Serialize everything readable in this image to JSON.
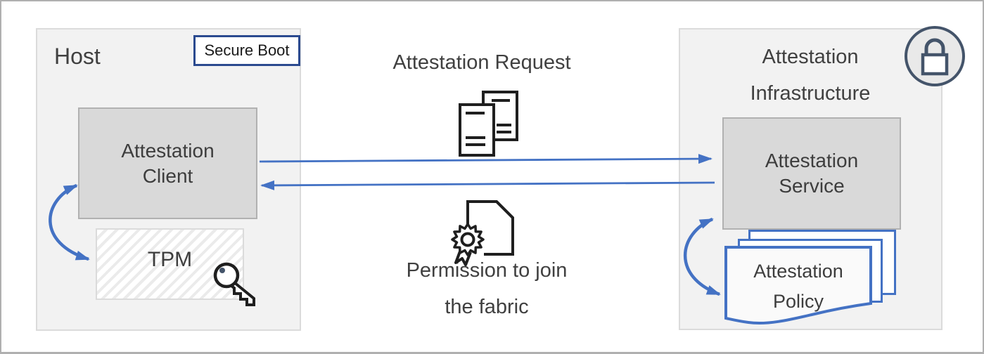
{
  "host": {
    "title": "Host",
    "secure_boot": "Secure Boot",
    "client_line1": "Attestation",
    "client_line2": "Client",
    "tpm": "TPM"
  },
  "flow": {
    "request": "Attestation Request",
    "permission_line1": "Permission to join",
    "permission_line2": "the fabric"
  },
  "infrastructure": {
    "title_line1": "Attestation",
    "title_line2": "Infrastructure",
    "service_line1": "Attestation",
    "service_line2": "Service",
    "policy_line1": "Attestation",
    "policy_line2": "Policy"
  },
  "icons": {
    "documents": "documents-icon",
    "certificate": "certificate-seal-icon",
    "key": "key-icon",
    "lock": "lock-icon"
  },
  "colors": {
    "arrow_blue": "#4472C4",
    "secure_boot_border": "#2B4A8F",
    "lock_accent": "#44546A",
    "container_fill": "#F2F2F2",
    "container_border": "#DBDBDB",
    "box_fill": "#D9D9D9",
    "box_border": "#B1B1B1",
    "text_dark": "#404040",
    "text_black": "#1A1A1A",
    "hatch_stripe": "#EBEBEB",
    "policy_fill": "#FAFAFA",
    "canvas_border": "#B0B0B0"
  }
}
